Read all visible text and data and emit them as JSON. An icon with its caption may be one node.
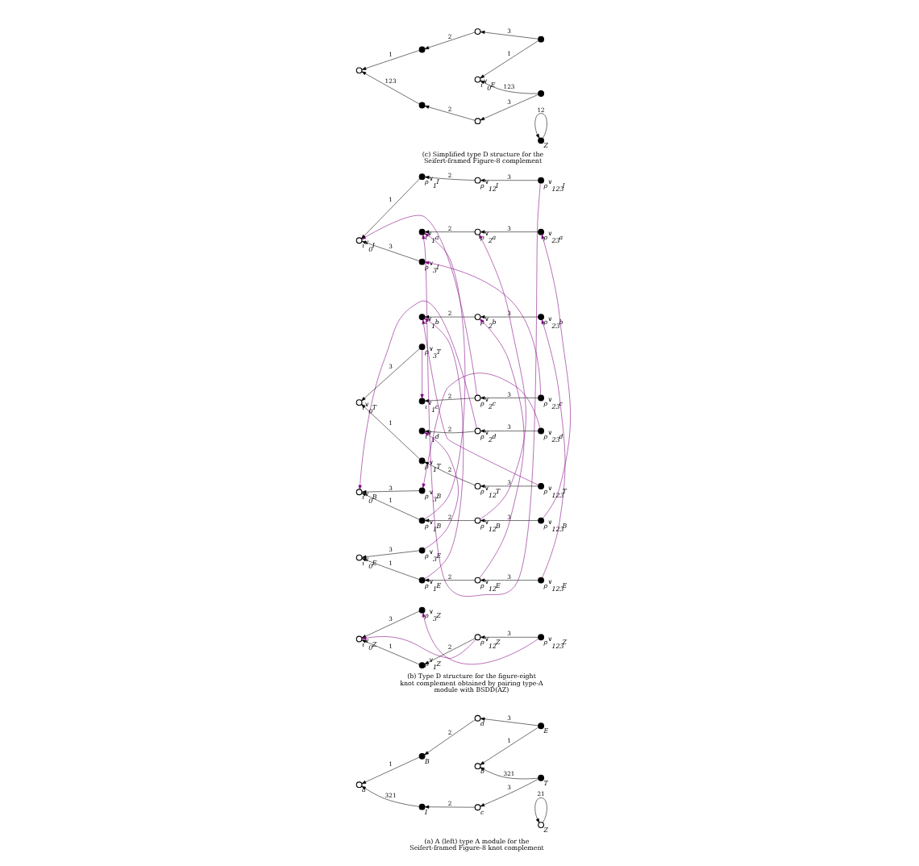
{
  "diagram": {
    "nodes": [
      {
        "text": [],
        "shape": "circle",
        "beside": [
          "E"
        ]
      },
      {
        "text": [],
        "shape": "circle",
        "beside": [
          "b"
        ]
      },
      {
        "text": [],
        "shape": "circle",
        "beside": [
          "d"
        ]
      },
      {
        "text": [],
        "shape": "circle",
        "beside": [
          "T"
        ]
      },
      {
        "text": [],
        "shape": "circle",
        "beside": [
          "Z"
        ]
      },
      {
        "text": [],
        "shape": "circle",
        "beside": [
          "B"
        ]
      },
      {
        "text": [],
        "shape": "circle",
        "beside": [
          "c"
        ]
      },
      {
        "text": [],
        "shape": "circle",
        "beside": [
          "a"
        ]
      },
      {
        "text": [],
        "shape": "circle",
        "beside": [
          "I"
        ]
      },
      {
        "text": [],
        "shape": "circle",
        "beside": [
          "ι$^{∨}$$_{1}$a"
        ]
      },
      {
        "text": [],
        "shape": "circle",
        "beside": [
          "ρ$^{∨}$$_{2}$a"
        ]
      },
      {
        "text": [],
        "shape": "circle",
        "beside": [
          "ρ$^{∨}$$_{23}$a"
        ]
      },
      {
        "text": [],
        "shape": "circle",
        "beside": [
          "ι$^{∨}$$_{1}$b"
        ]
      },
      {
        "text": [],
        "shape": "circle",
        "beside": [
          "ρ$^{∨}$$_{2}$b"
        ]
      },
      {
        "text": [],
        "shape": "circle",
        "beside": [
          "ρ$^{∨}$$_{23}$b"
        ]
      },
      {
        "text": [],
        "shape": "circle",
        "beside": [
          "ι$^{∨}$$_{1}$c"
        ]
      },
      {
        "text": [],
        "shape": "circle",
        "beside": [
          "ρ$^{∨}$$_{2}$c"
        ]
      },
      {
        "text": [],
        "shape": "circle",
        "beside": [
          "ρ$^{∨}$$_{23}$c"
        ]
      },
      {
        "text": [],
        "shape": "circle",
        "beside": [
          "ι$^{∨}$$_{1}$d"
        ]
      },
      {
        "text": [],
        "shape": "circle",
        "beside": [
          "ρ$^{∨}$$_{2}$d"
        ]
      },
      {
        "text": [],
        "shape": "circle",
        "beside": [
          "ρ$^{∨}$$_{23}$d"
        ]
      },
      {
        "text": [],
        "shape": "circle",
        "beside": [
          "ι$^{∨}$$_{0}$T"
        ]
      },
      {
        "text": [],
        "shape": "circle",
        "beside": [
          "ρ$^{∨}$$_{1}$T"
        ]
      },
      {
        "text": [],
        "shape": "circle",
        "beside": [
          "ρ$^{∨}$$_{3}$T"
        ]
      },
      {
        "text": [],
        "shape": "circle",
        "beside": [
          "ρ$^{∨}$$_{12}$T"
        ]
      },
      {
        "text": [],
        "shape": "circle",
        "beside": [
          "ρ$^{∨}$$_{123}$T"
        ]
      },
      {
        "text": [],
        "shape": "circle",
        "beside": [
          "ι$^{∨}$$_{0}$E"
        ]
      },
      {
        "text": [],
        "shape": "circle",
        "beside": [
          "ρ$^{∨}$$_{1}$E"
        ]
      },
      {
        "text": [],
        "shape": "circle",
        "beside": [
          "ρ$^{∨}$$_{3}$E"
        ]
      },
      {
        "text": [],
        "shape": "circle",
        "beside": [
          "ρ$^{∨}$$_{12}$E"
        ]
      },
      {
        "text": [],
        "shape": "circle",
        "beside": [
          "ρ$^{∨}$$_{123}$E"
        ]
      },
      {
        "text": [],
        "shape": "circle",
        "beside": [
          "ι$^{∨}$$_{0}$B"
        ]
      },
      {
        "text": [],
        "shape": "circle",
        "beside": [
          "ρ$^{∨}$$_{1}$B"
        ]
      },
      {
        "text": [],
        "shape": "circle",
        "beside": [
          "ρ$^{∨}$$_{3}$B"
        ]
      },
      {
        "text": [],
        "shape": "circle",
        "beside": [
          "ρ$^{∨}$$_{12}$B"
        ]
      },
      {
        "text": [],
        "shape": "circle",
        "beside": [
          "ρ$^{∨}$$_{123}$B"
        ]
      },
      {
        "text": [],
        "shape": "circle",
        "beside": [
          "ι$^{∨}$$_{0}$I"
        ]
      },
      {
        "text": [],
        "shape": "circle",
        "beside": [
          "ρ$^{∨}$$_{1}$I"
        ]
      },
      {
        "text": [],
        "shape": "circle",
        "beside": [
          "ρ$^{∨}$$_{3}$I"
        ]
      },
      {
        "text": [],
        "shape": "circle",
        "beside": [
          "ρ$^{∨}$$_{12}$I"
        ]
      },
      {
        "text": [],
        "shape": "circle",
        "beside": [
          "ρ$^{∨}$$_{123}$I"
        ]
      },
      {
        "text": [],
        "shape": "circle",
        "beside": [
          "ι$^{∨}$$_{0}$Z"
        ]
      },
      {
        "text": [],
        "shape": "circle",
        "beside": [
          "ρ$^{∨}$$_{1}$Z"
        ]
      },
      {
        "text": [],
        "shape": "circle",
        "beside": [
          "ρ$^{∨}$$_{3}$Z"
        ]
      },
      {
        "text": [],
        "shape": "circle",
        "beside": [
          "ρ$^{∨}$$_{12}$Z"
        ]
      },
      {
        "text": [],
        "shape": "circle",
        "beside": [
          "ρ$^{∨}$$_{123}$Z"
        ]
      },
      {
        "text": [],
        "shape": "circle"
      },
      {
        "text": [],
        "shape": "circle",
        "beside": [
          "ι$^{∨}$$_{0}$E"
        ]
      },
      {
        "text": [],
        "shape": "circle"
      },
      {
        "text": [],
        "shape": "circle"
      },
      {
        "text": [],
        "shape": "circle",
        "beside": [
          "Z"
        ]
      },
      {
        "text": [],
        "shape": "circle"
      },
      {
        "text": [],
        "shape": "circle"
      },
      {
        "text": [],
        "shape": "circle"
      },
      {
        "text": [],
        "shape": "circle"
      }
    ],
    "edges": [
      {
        "from": 0,
        "to": 1,
        "arrow": "to",
        "label": "1"
      },
      {
        "from": 0,
        "to": 2,
        "arrow": "to",
        "label": "3"
      },
      {
        "from": 3,
        "to": 1,
        "arrow": "to",
        "label": "321"
      },
      {
        "from": 3,
        "to": 6,
        "arrow": "to",
        "label": "3"
      },
      {
        "from": 2,
        "to": 5,
        "arrow": "to",
        "label": "2"
      },
      {
        "from": 6,
        "to": 8,
        "arrow": "to",
        "label": "2"
      },
      {
        "from": 5,
        "to": 7,
        "arrow": "to",
        "label": "1"
      },
      {
        "from": 8,
        "to": 7,
        "arrow": "to",
        "label": "321"
      },
      {
        "from": 4,
        "to": 4,
        "arrow": "to",
        "label": "21"
      },
      {
        "from": 10,
        "to": 9,
        "arrow": "to",
        "label": "2"
      },
      {
        "from": 11,
        "to": 10,
        "arrow": "to",
        "label": "3"
      },
      {
        "from": 13,
        "to": 12,
        "arrow": "to",
        "label": "2"
      },
      {
        "from": 14,
        "to": 13,
        "arrow": "to",
        "label": "3"
      },
      {
        "from": 16,
        "to": 15,
        "arrow": "to",
        "label": "2"
      },
      {
        "from": 17,
        "to": 16,
        "arrow": "to",
        "label": "3"
      },
      {
        "from": 19,
        "to": 18,
        "arrow": "to",
        "label": "2"
      },
      {
        "from": 20,
        "to": 19,
        "arrow": "to",
        "label": "3"
      },
      {
        "from": 22,
        "to": 21,
        "arrow": "to",
        "label": "1"
      },
      {
        "from": 25,
        "to": 24,
        "arrow": "to",
        "label": "3"
      },
      {
        "from": 23,
        "to": 21,
        "arrow": "to",
        "label": "3"
      },
      {
        "from": 24,
        "to": 22,
        "arrow": "to",
        "label": "2"
      },
      {
        "from": 27,
        "to": 26,
        "arrow": "to",
        "label": "1"
      },
      {
        "from": 30,
        "to": 29,
        "arrow": "to",
        "label": "3"
      },
      {
        "from": 28,
        "to": 26,
        "arrow": "to",
        "label": "3"
      },
      {
        "from": 29,
        "to": 27,
        "arrow": "to",
        "label": "2"
      },
      {
        "from": 32,
        "to": 31,
        "arrow": "to",
        "label": "1"
      },
      {
        "from": 35,
        "to": 34,
        "arrow": "to",
        "label": "3"
      },
      {
        "from": 33,
        "to": 31,
        "arrow": "to",
        "label": "3"
      },
      {
        "from": 34,
        "to": 32,
        "arrow": "to",
        "label": "2"
      },
      {
        "from": 37,
        "to": 36,
        "arrow": "to",
        "label": "1"
      },
      {
        "from": 40,
        "to": 39,
        "arrow": "to",
        "label": "3"
      },
      {
        "from": 38,
        "to": 36,
        "arrow": "to",
        "label": "3"
      },
      {
        "from": 39,
        "to": 37,
        "arrow": "to",
        "label": "2"
      },
      {
        "from": 42,
        "to": 41,
        "arrow": "to",
        "label": "1"
      },
      {
        "from": 45,
        "to": 44,
        "arrow": "to",
        "label": "3"
      },
      {
        "from": 43,
        "to": 41,
        "arrow": "to",
        "label": "3"
      },
      {
        "from": 44,
        "to": 42,
        "arrow": "to",
        "label": "2"
      },
      {
        "from": 40,
        "to": 9,
        "arrow": "to",
        "color": "#800080"
      },
      {
        "from": 32,
        "to": 9,
        "arrow": "to",
        "color": "#800080"
      },
      {
        "from": 34,
        "to": 10,
        "arrow": "to",
        "color": "#800080"
      },
      {
        "from": 35,
        "to": 11,
        "arrow": "to",
        "color": "#800080"
      },
      {
        "from": 25,
        "to": 12,
        "arrow": "to",
        "color": "#800080"
      },
      {
        "from": 27,
        "to": 12,
        "arrow": "to",
        "color": "#800080"
      },
      {
        "from": 29,
        "to": 13,
        "arrow": "to",
        "color": "#800080"
      },
      {
        "from": 30,
        "to": 14,
        "arrow": "to",
        "color": "#800080"
      },
      {
        "from": 23,
        "to": 15,
        "arrow": "to",
        "color": "#800080"
      },
      {
        "from": 28,
        "to": 18,
        "arrow": "to",
        "color": "#800080"
      },
      {
        "from": 19,
        "to": 31,
        "arrow": "to",
        "color": "#800080"
      },
      {
        "from": 20,
        "to": 33,
        "arrow": "to",
        "color": "#800080"
      },
      {
        "from": 16,
        "to": 36,
        "arrow": "to",
        "color": "#800080"
      },
      {
        "from": 17,
        "to": 38,
        "arrow": "to",
        "color": "#800080"
      },
      {
        "from": 44,
        "to": 41,
        "arrow": "to",
        "color": "#800080"
      },
      {
        "from": 45,
        "to": 43,
        "arrow": "to",
        "color": "#800080"
      },
      {
        "from": 46,
        "to": 47,
        "arrow": "to",
        "label": "1"
      },
      {
        "from": 46,
        "to": 48,
        "arrow": "to",
        "label": "3"
      },
      {
        "from": 49,
        "to": 47,
        "arrow": "to",
        "label": "123"
      },
      {
        "from": 49,
        "to": 52,
        "arrow": "to",
        "label": "3"
      },
      {
        "from": 48,
        "to": 51,
        "arrow": "to",
        "label": "2"
      },
      {
        "from": 52,
        "to": 54,
        "arrow": "to",
        "label": "2"
      },
      {
        "from": 51,
        "to": 53,
        "arrow": "to",
        "label": "1"
      },
      {
        "from": 54,
        "to": 53,
        "arrow": "to",
        "label": "123"
      },
      {
        "from": 50,
        "to": 50,
        "arrow": "to",
        "label": "12"
      }
    ],
    "labels": [
      "(a) A (left) type A module for the Seifert-framed Figure-8 knot complement",
      "(b) Type D structure for the figure-eight knot complement obtained by pairing type-A module with BSDD(AZ)",
      "(c) Simplified type D structure for the Seifert-framed Figure-8 complement"
    ]
  }
}
